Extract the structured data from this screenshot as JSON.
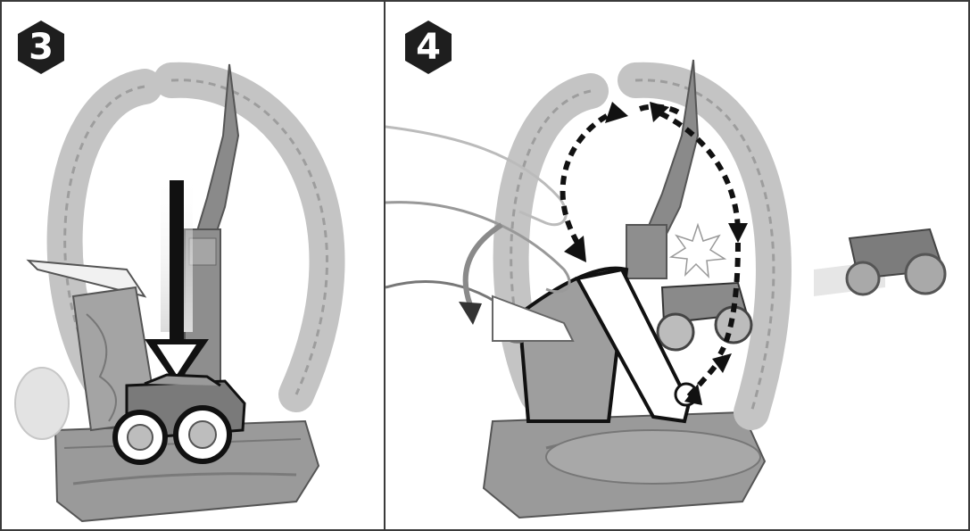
{
  "steps": [
    {
      "number": "3"
    },
    {
      "number": "4"
    }
  ],
  "colors": {
    "badge": "#1e1e1e",
    "badge_text": "#ffffff",
    "track": "#b9b9b9",
    "launcher": "#8a8a8a",
    "tire": "#ffffff",
    "outline": "#111111",
    "arrow": "#111111"
  },
  "icons": {
    "step_badge": "hexagon-badge",
    "drop_arrow": "down-arrow",
    "motion_arrows": "dashed-double-arrows",
    "hand": "pushing-hand",
    "truck": "monster-truck"
  }
}
